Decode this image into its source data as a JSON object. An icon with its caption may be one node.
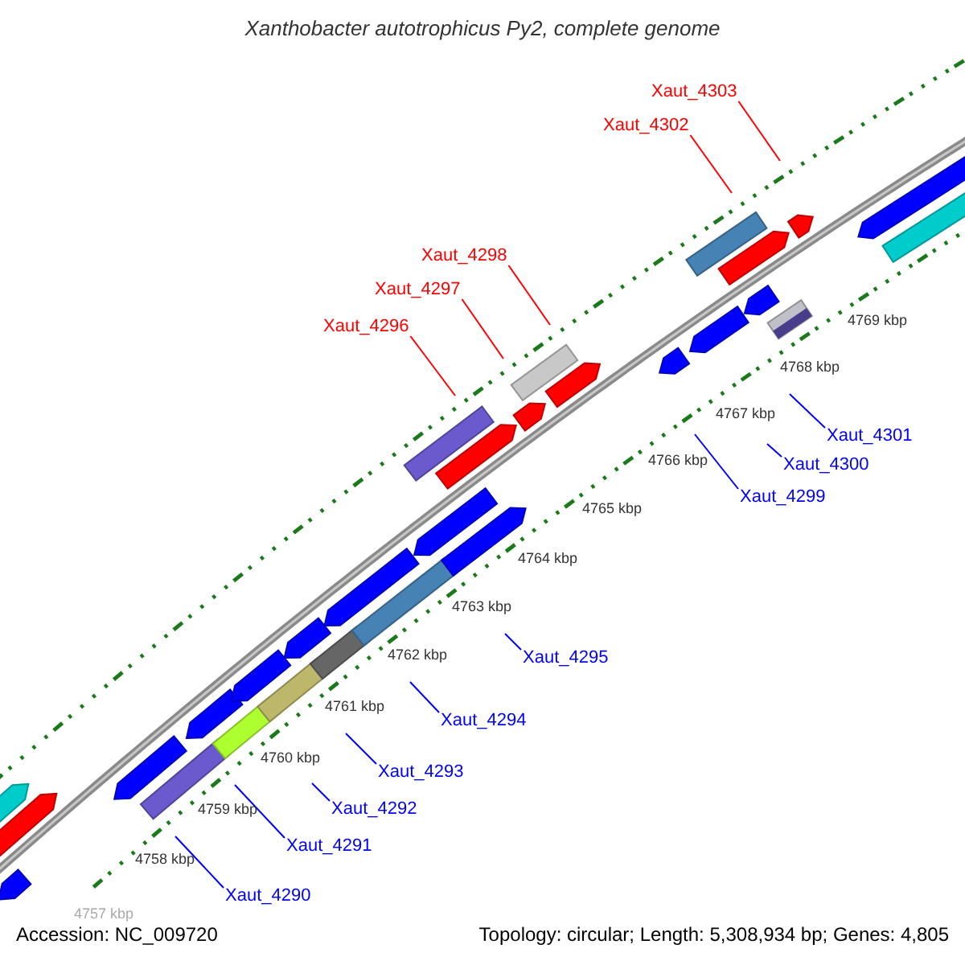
{
  "diagram": {
    "title": "Xanthobacter autotrophicus Py2, complete genome",
    "nodes": [
      {
        "text": [
          "Xaut_4303"
        ]
      },
      {
        "text": [
          "Xaut_4302"
        ]
      },
      {
        "text": [
          "Xaut_4298"
        ]
      },
      {
        "text": [
          "Xaut_4297"
        ]
      },
      {
        "text": [
          "Xaut_4296"
        ]
      },
      {
        "text": [
          "Xaut_4301"
        ]
      },
      {
        "text": [
          "Xaut_4300"
        ]
      },
      {
        "text": [
          "Xaut_4299"
        ]
      },
      {
        "text": [
          "Xaut_4295"
        ]
      },
      {
        "text": [
          "Xaut_4294"
        ]
      },
      {
        "text": [
          "Xaut_4293"
        ]
      },
      {
        "text": [
          "Xaut_4292"
        ]
      },
      {
        "text": [
          "Xaut_4291"
        ]
      },
      {
        "text": [
          "Xaut_4290"
        ]
      }
    ],
    "edges": [
      {
        "from": 0,
        "to": null,
        "arrow": "none",
        "color": "#ff0000"
      },
      {
        "from": 1,
        "to": null,
        "arrow": "none",
        "color": "#ff0000"
      },
      {
        "from": 2,
        "to": null,
        "arrow": "none",
        "color": "#ff0000"
      },
      {
        "from": 3,
        "to": null,
        "arrow": "none",
        "color": "#ff0000"
      },
      {
        "from": 4,
        "to": null,
        "arrow": "none",
        "color": "#ff0000"
      },
      {
        "from": 5,
        "to": null,
        "arrow": "none"
      },
      {
        "from": 6,
        "to": null,
        "arrow": "none"
      },
      {
        "from": 7,
        "to": null,
        "arrow": "none"
      },
      {
        "from": 8,
        "to": null,
        "arrow": "none"
      },
      {
        "from": 9,
        "to": null,
        "arrow": "none"
      },
      {
        "from": 10,
        "to": null,
        "arrow": "none"
      },
      {
        "from": 11,
        "to": null,
        "arrow": "none"
      },
      {
        "from": 12,
        "to": null,
        "arrow": "none"
      },
      {
        "from": 13,
        "to": null,
        "arrow": "none"
      }
    ],
    "labels": [
      "4769 kbp",
      "4768 kbp",
      "4767 kbp",
      "4766 kbp",
      "4765 kbp",
      "4764 kbp",
      "4763 kbp",
      "4762 kbp",
      "4761 kbp",
      "4760 kbp",
      "4759 kbp",
      "4758 kbp",
      "4757 kbp",
      "Accession: NC_009720",
      "Topology: circular; Length: 5,308,934 bp; Genes: 4,805"
    ]
  }
}
